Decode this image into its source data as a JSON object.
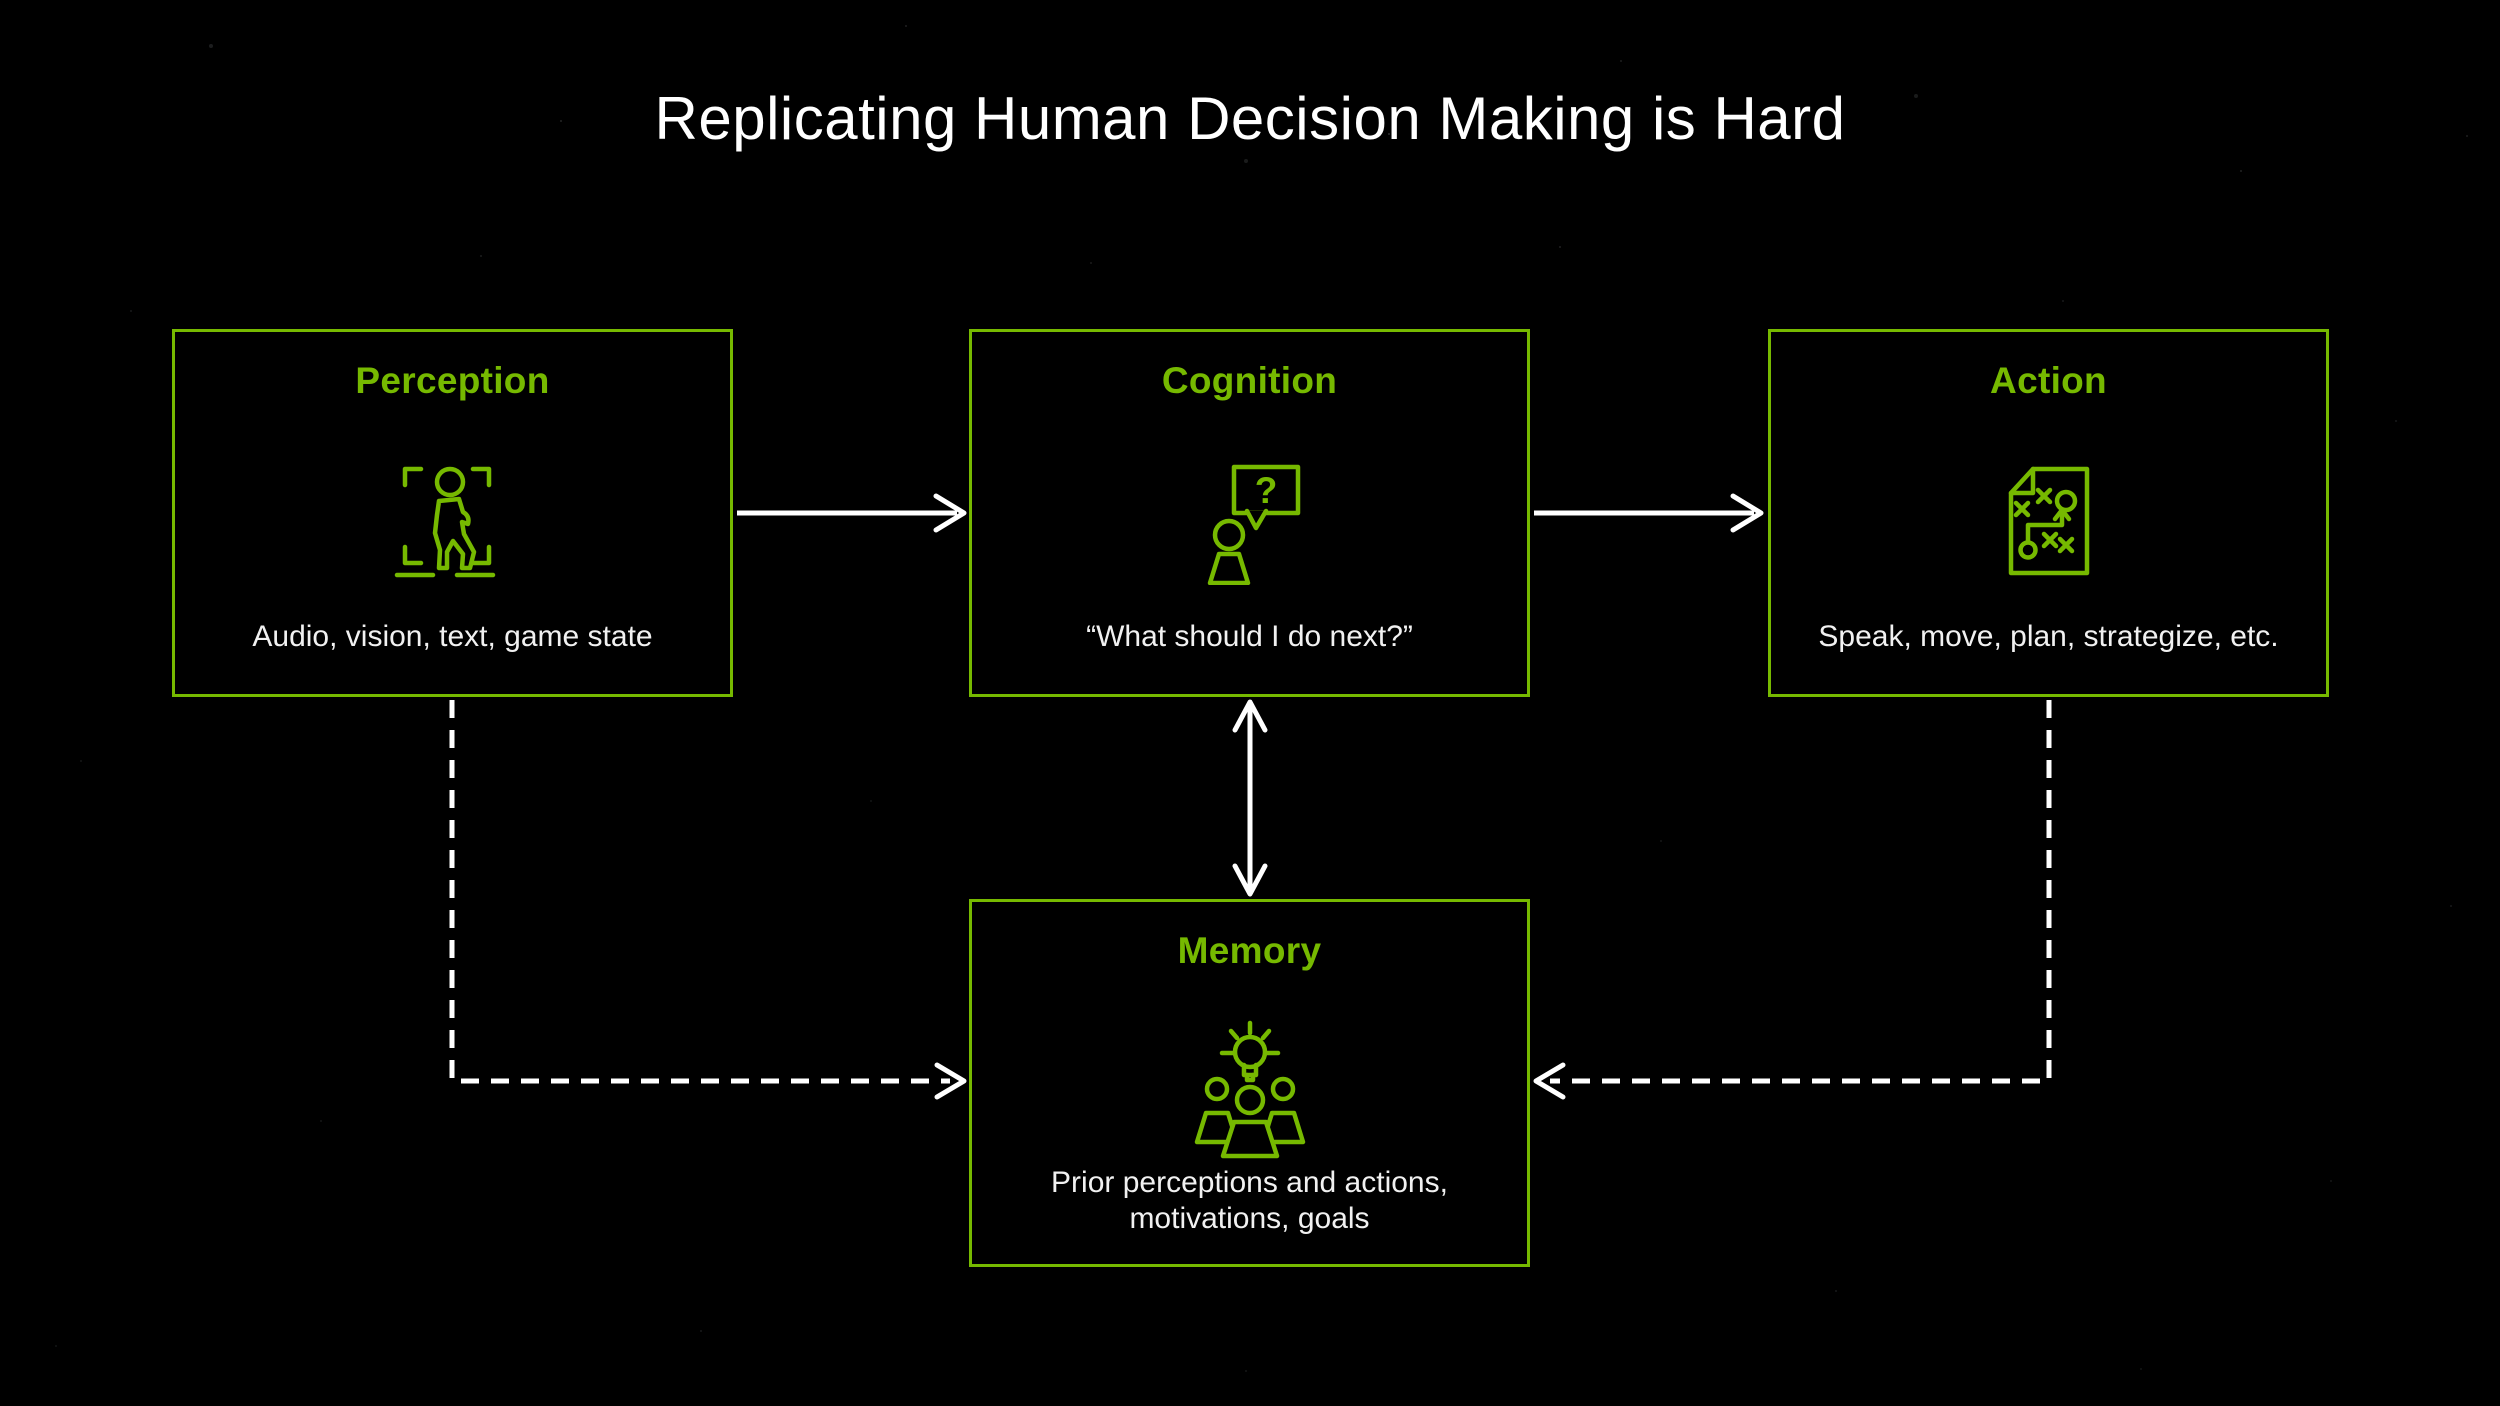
{
  "title": "Replicating Human Decision Making is Hard",
  "colors": {
    "accent": "#76b900",
    "background": "#000000",
    "text": "#ffffff",
    "line": "#ffffff"
  },
  "icons": {
    "question_mark": "?"
  },
  "boxes": {
    "perception": {
      "label": "Perception",
      "description": "Audio, vision, text, game state",
      "icon": "person-detection-icon"
    },
    "cognition": {
      "label": "Cognition",
      "description": "“What should I do next?”",
      "icon": "person-question-bubble-icon"
    },
    "action": {
      "label": "Action",
      "description": "Speak, move, plan, strategize, etc.",
      "icon": "strategy-playbook-icon"
    },
    "memory": {
      "label": "Memory",
      "description_line1": "Prior perceptions and actions,",
      "description_line2": "motivations, goals",
      "icon": "team-lightbulb-icon"
    }
  },
  "connections": [
    {
      "from": "Perception",
      "to": "Cognition",
      "style": "solid",
      "direction": "one-way"
    },
    {
      "from": "Cognition",
      "to": "Action",
      "style": "solid",
      "direction": "one-way"
    },
    {
      "from": "Cognition",
      "to": "Memory",
      "style": "solid",
      "direction": "two-way"
    },
    {
      "from": "Perception",
      "to": "Memory",
      "style": "dashed",
      "direction": "one-way"
    },
    {
      "from": "Action",
      "to": "Memory",
      "style": "dashed",
      "direction": "one-way"
    }
  ]
}
